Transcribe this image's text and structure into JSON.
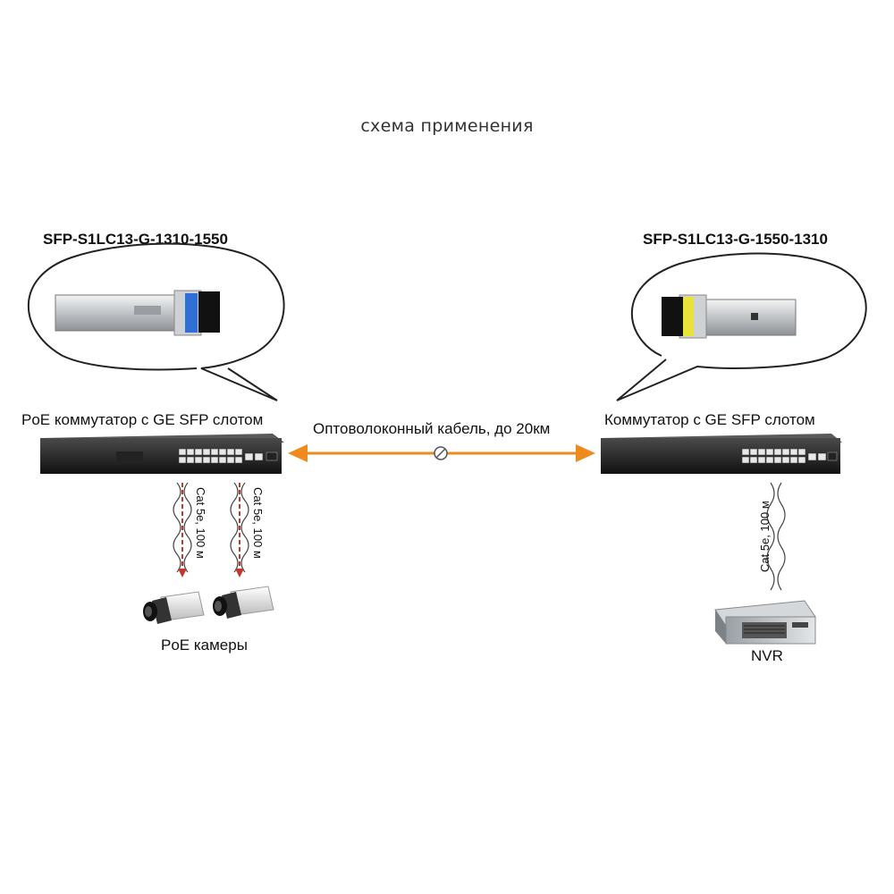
{
  "title": "схема применения",
  "left": {
    "module_name": "SFP-S1LC13-G-1310-1550",
    "switch_label": "PoE коммутатор с GE SFP слотом",
    "cable_labels": [
      "Cat 5e, 100 м",
      "Cat 5e, 100 м"
    ],
    "devices_label": "PoE камеры"
  },
  "right": {
    "module_name": "SFP-S1LC13-G-1550-1310",
    "switch_label": "Коммутатор с GE SFP слотом",
    "cable_label": "Cat 5e, 100 м",
    "device_label": "NVR"
  },
  "fiber_label": "Оптоволоконный кабель, до 20км",
  "colors": {
    "fiber_arrow": "#f08a1c",
    "poe_arrow": "#c0392b",
    "module_latch_left": "#2f6fd6",
    "module_latch_right": "#e8e23a"
  }
}
